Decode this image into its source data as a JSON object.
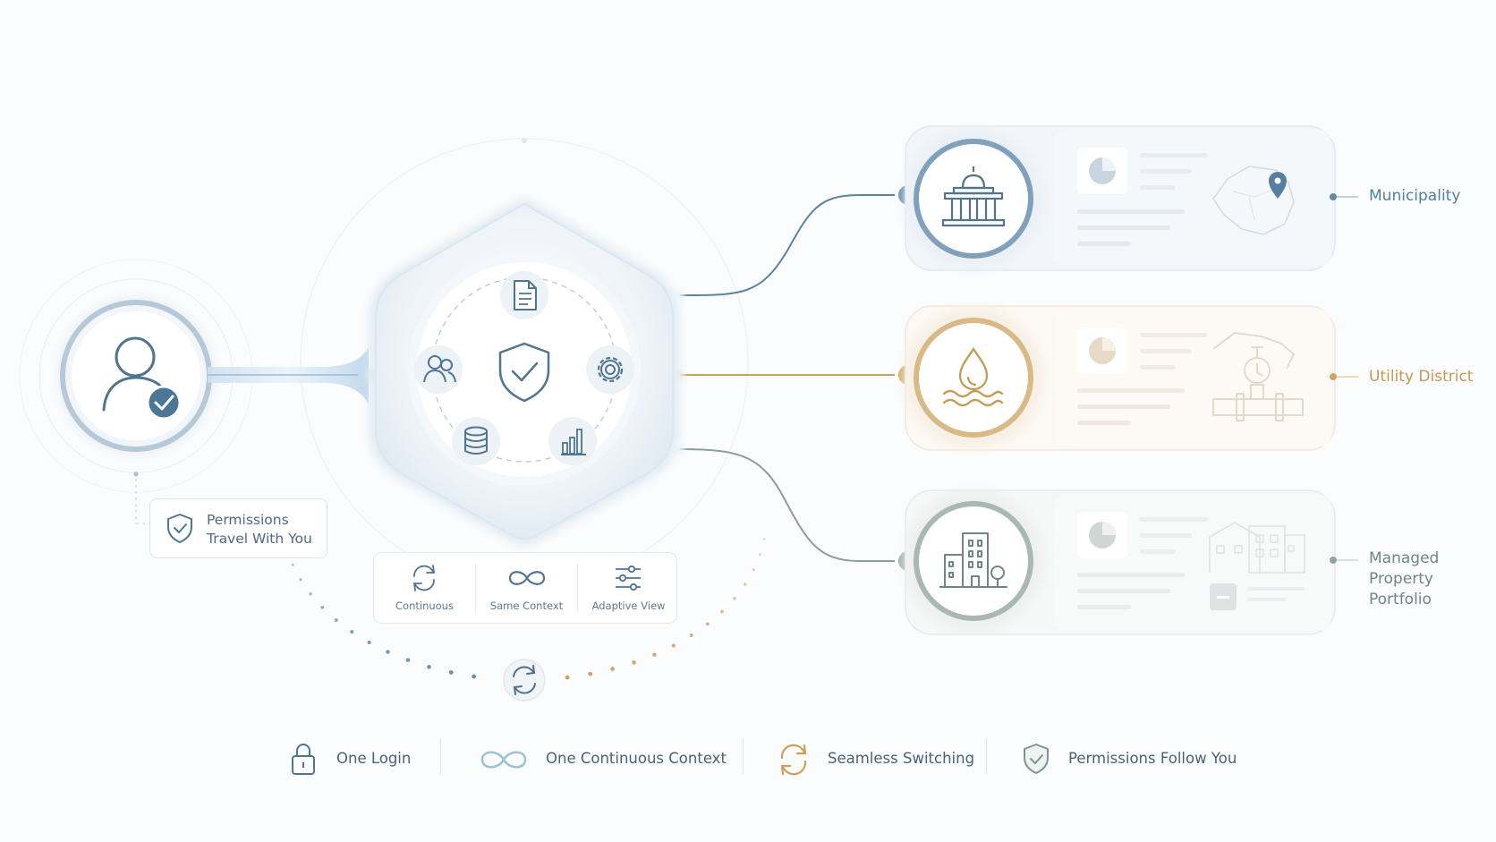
{
  "user_badge": {
    "label": "Permissions Travel With You",
    "line1": "Permissions",
    "line2": "Travel With You"
  },
  "features": [
    {
      "label": "Continuous",
      "icon": "refresh-icon"
    },
    {
      "label": "Same Context",
      "icon": "infinity-icon"
    },
    {
      "label": "Adaptive View",
      "icon": "sliders-icon"
    }
  ],
  "destinations": [
    {
      "label": "Municipality",
      "line1": "Municipality",
      "line2": "",
      "color": "#4f7fa3",
      "icon": "capitol-building-icon",
      "illustration": "map-pin-icon"
    },
    {
      "label": "Utility District",
      "line1": "Utility District",
      "line2": "",
      "color": "#c8994f",
      "icon": "water-drop-icon",
      "illustration": "pipe-valve-icon"
    },
    {
      "label": "Managed Property Portfolio",
      "line1": "Managed Property",
      "line2": "Portfolio",
      "color": "#7f958f",
      "icon": "office-building-icon",
      "illustration": "buildings-icon"
    }
  ],
  "bottom_bar": [
    {
      "label": "One Login",
      "icon": "padlock-icon"
    },
    {
      "label": "One Continuous Context",
      "icon": "infinity-icon"
    },
    {
      "label": "Seamless Switching",
      "icon": "refresh-icon"
    },
    {
      "label": "Permissions Follow You",
      "icon": "shield-check-icon"
    }
  ],
  "hub_icons": [
    "document-icon",
    "settings-gear-icon",
    "bar-chart-icon",
    "database-icon",
    "users-icon",
    "shield-check-icon"
  ],
  "colors": {
    "primary": "#4f7fa3",
    "gold": "#c8994f",
    "sage": "#7f958f",
    "text": "#4a6781"
  }
}
